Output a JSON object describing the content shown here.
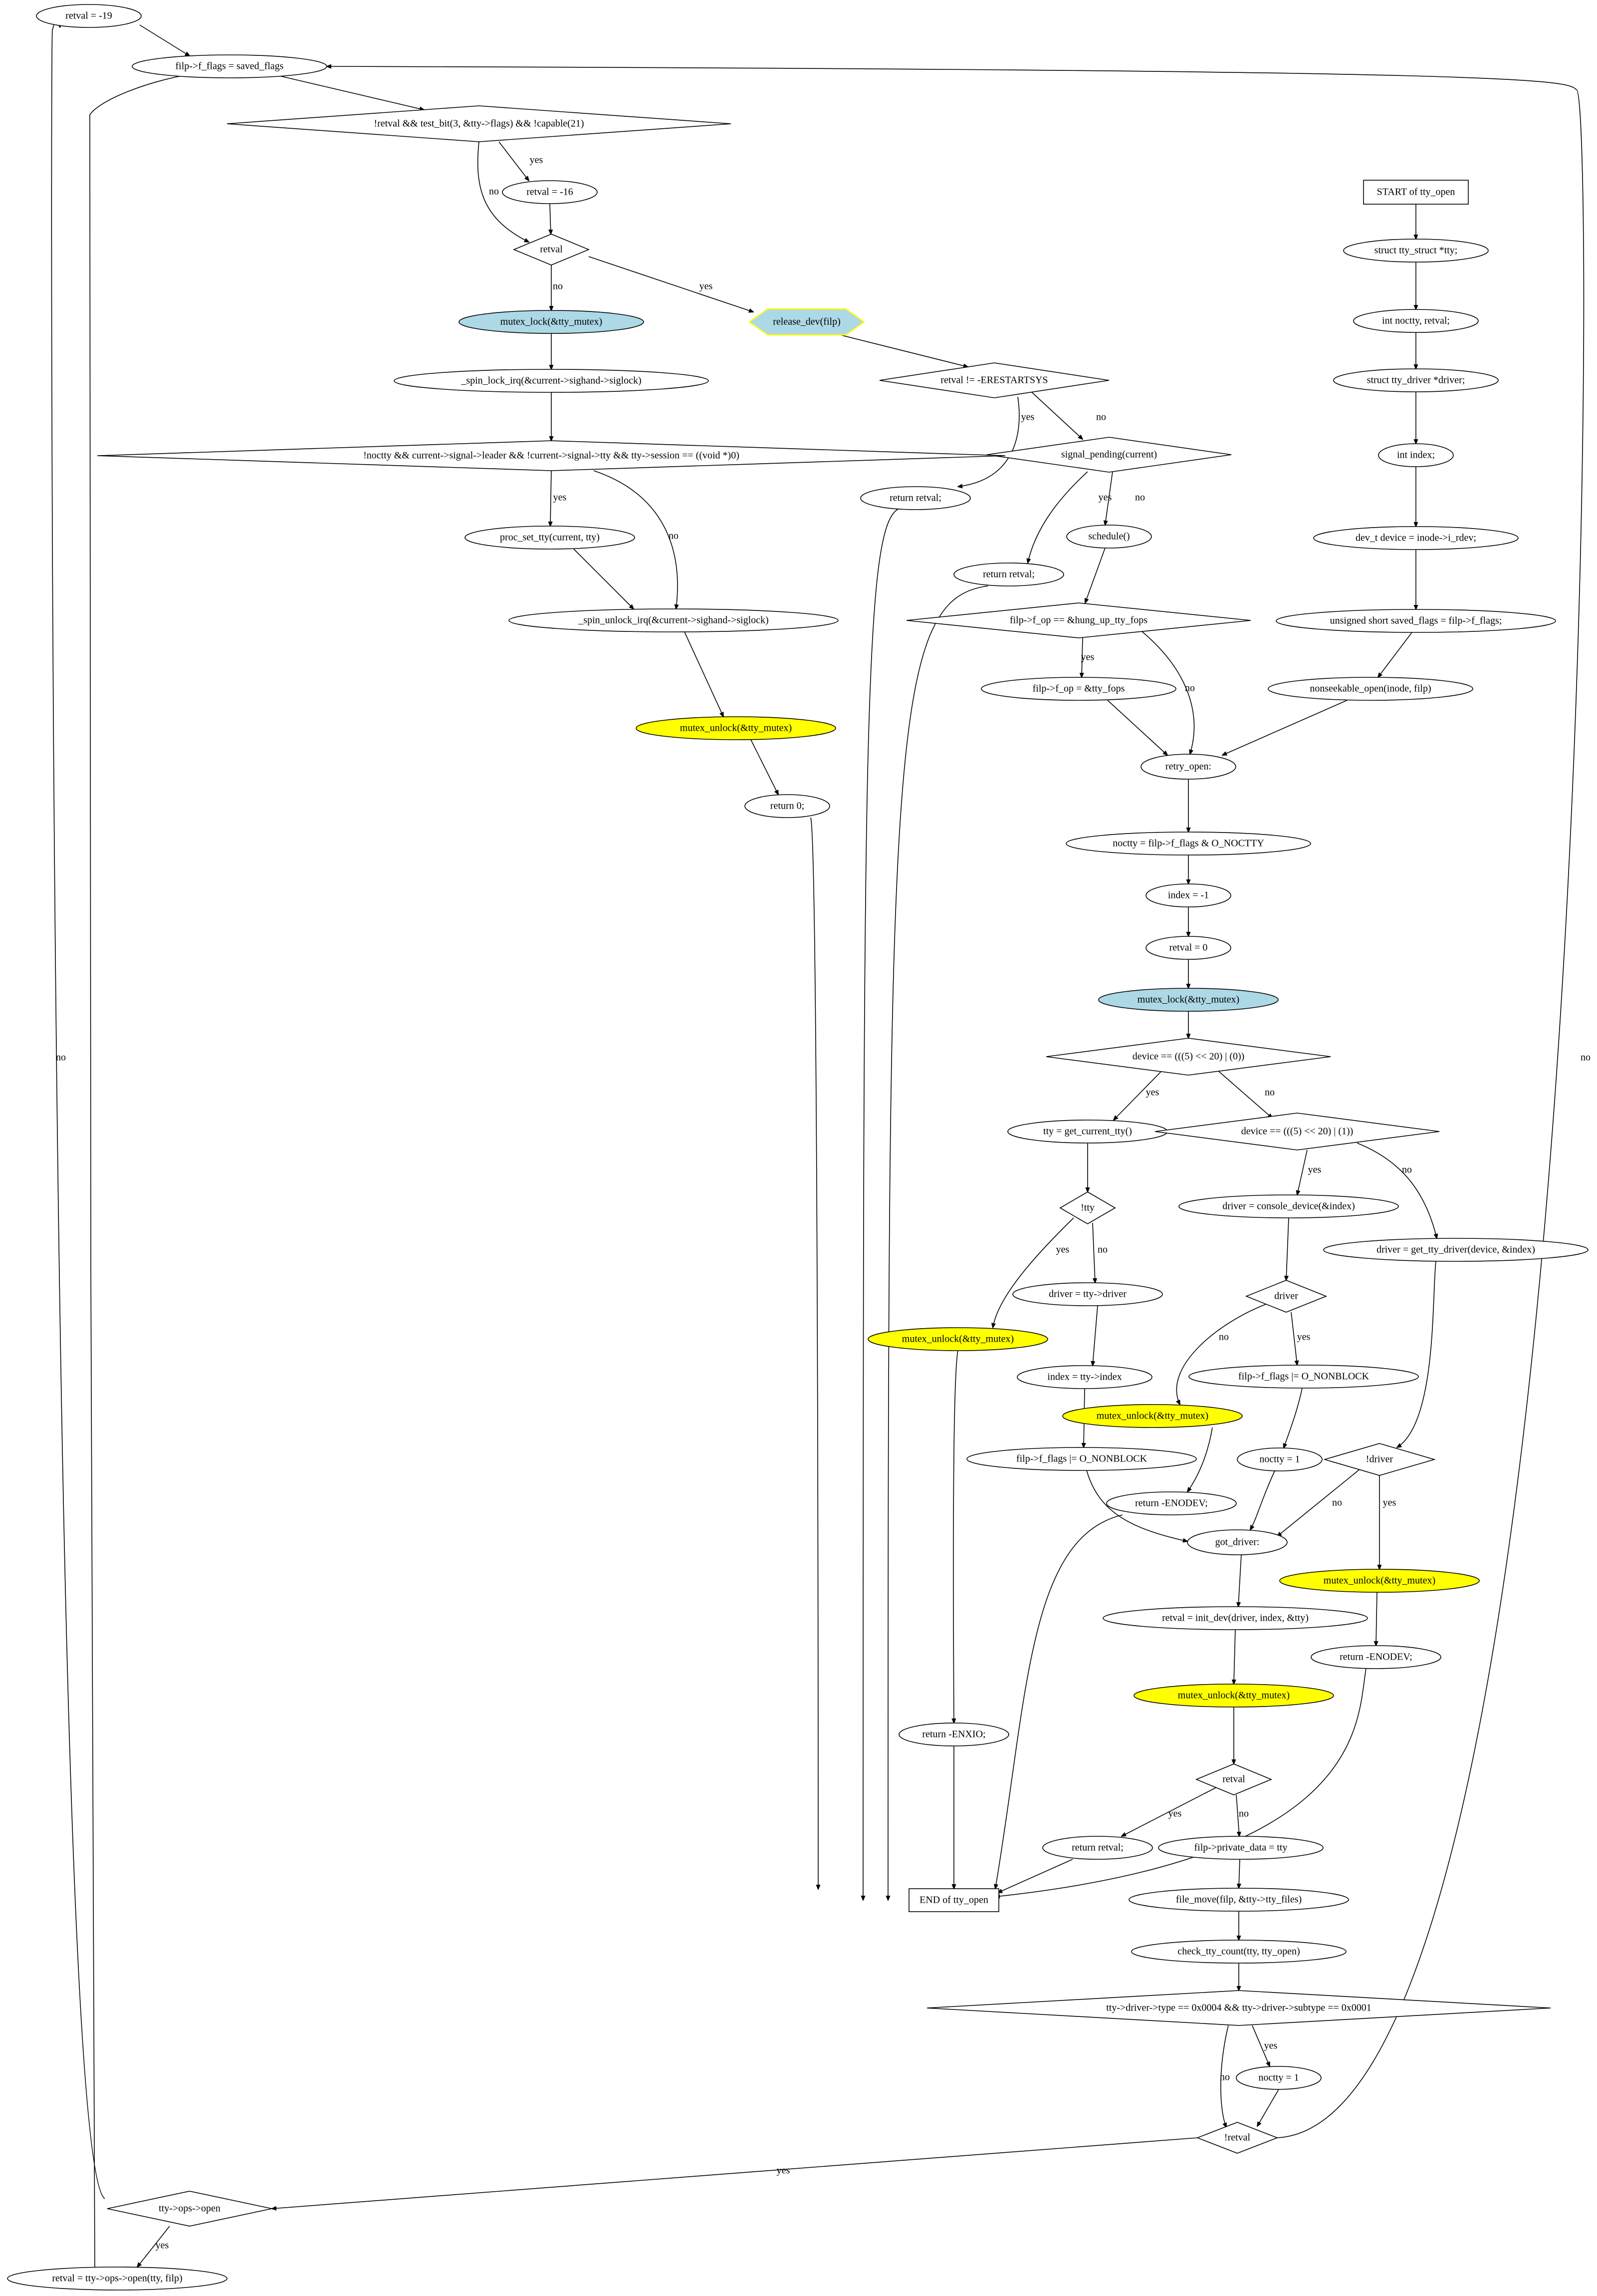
{
  "nodes": {
    "start": {
      "label": "START of tty_open",
      "shape": "box"
    },
    "decl_tty": {
      "label": "struct tty_struct *tty;",
      "shape": "ellipse"
    },
    "decl_noctty": {
      "label": "int noctty, retval;",
      "shape": "ellipse"
    },
    "decl_driver": {
      "label": "struct tty_driver *driver;",
      "shape": "ellipse"
    },
    "decl_index": {
      "label": "int index;",
      "shape": "ellipse"
    },
    "decl_device": {
      "label": "dev_t device = inode->i_rdev;",
      "shape": "ellipse"
    },
    "decl_saved": {
      "label": "unsigned short saved_flags = filp->f_flags;",
      "shape": "ellipse"
    },
    "nonseekable": {
      "label": "nonseekable_open(inode, filp)",
      "shape": "ellipse"
    },
    "retry_open": {
      "label": "retry_open:",
      "shape": "ellipse"
    },
    "set_noctty": {
      "label": "noctty = filp->f_flags & O_NOCTTY",
      "shape": "ellipse"
    },
    "index_neg1": {
      "label": "index = -1",
      "shape": "ellipse"
    },
    "retval_0": {
      "label": "retval = 0",
      "shape": "ellipse"
    },
    "lock_main": {
      "label": "mutex_lock(&tty_mutex)",
      "shape": "ellipse",
      "fill": "#add8e6"
    },
    "dev_cond1": {
      "label": "device == (((5) << 20) | (0))",
      "shape": "diamond"
    },
    "get_cur": {
      "label": "tty = get_current_tty()",
      "shape": "ellipse"
    },
    "not_tty": {
      "label": "!tty",
      "shape": "diamond"
    },
    "unlock_a": {
      "label": "mutex_unlock(&tty_mutex)",
      "shape": "ellipse",
      "fill": "#ffff00"
    },
    "ret_enxio": {
      "label": "return -ENXIO;",
      "shape": "ellipse"
    },
    "drv_from_tty": {
      "label": "driver = tty->driver",
      "shape": "ellipse"
    },
    "idx_from_tty": {
      "label": "index = tty->index",
      "shape": "ellipse"
    },
    "nonblock_a": {
      "label": "filp->f_flags |= O_NONBLOCK",
      "shape": "ellipse"
    },
    "dev_cond2": {
      "label": "device == (((5) << 20) | (1))",
      "shape": "diamond"
    },
    "console_dev": {
      "label": "driver = console_device(&index)",
      "shape": "ellipse"
    },
    "driver_cond": {
      "label": "driver",
      "shape": "diamond"
    },
    "unlock_b": {
      "label": "mutex_unlock(&tty_mutex)",
      "shape": "ellipse",
      "fill": "#ffff00"
    },
    "ret_enodev_a": {
      "label": "return -ENODEV;",
      "shape": "ellipse"
    },
    "nonblock_b": {
      "label": "filp->f_flags |= O_NONBLOCK",
      "shape": "ellipse"
    },
    "noctty_1a": {
      "label": "noctty = 1",
      "shape": "ellipse"
    },
    "get_tty_drv": {
      "label": "driver = get_tty_driver(device, &index)",
      "shape": "ellipse"
    },
    "not_driver": {
      "label": "!driver",
      "shape": "diamond"
    },
    "unlock_c": {
      "label": "mutex_unlock(&tty_mutex)",
      "shape": "ellipse",
      "fill": "#ffff00"
    },
    "ret_enodev_b": {
      "label": "return -ENODEV;",
      "shape": "ellipse"
    },
    "got_driver": {
      "label": "got_driver:",
      "shape": "ellipse"
    },
    "init_dev": {
      "label": "retval = init_dev(driver, index, &tty)",
      "shape": "ellipse"
    },
    "unlock_d": {
      "label": "mutex_unlock(&tty_mutex)",
      "shape": "ellipse",
      "fill": "#ffff00"
    },
    "retval_cond": {
      "label": "retval",
      "shape": "diamond"
    },
    "ret_retval_b": {
      "label": "return retval;",
      "shape": "ellipse"
    },
    "private_data": {
      "label": "filp->private_data = tty",
      "shape": "ellipse"
    },
    "file_move": {
      "label": "file_move(filp, &tty->tty_files)",
      "shape": "ellipse"
    },
    "check_count": {
      "label": "check_tty_count(tty, tty_open)",
      "shape": "ellipse"
    },
    "pty_cond": {
      "label": "tty->driver->type == 0x0004 && tty->driver->subtype == 0x0001",
      "shape": "diamond"
    },
    "noctty_1b": {
      "label": "noctty = 1",
      "shape": "ellipse"
    },
    "not_retval": {
      "label": "!retval",
      "shape": "diamond"
    },
    "ops_open": {
      "label": "tty->ops->open",
      "shape": "diamond"
    },
    "retval_open": {
      "label": "retval = tty->ops->open(tty, filp)",
      "shape": "ellipse"
    },
    "retval_19": {
      "label": "retval = -19",
      "shape": "ellipse"
    },
    "restore_flags": {
      "label": "filp->f_flags = saved_flags",
      "shape": "ellipse"
    },
    "eperm_cond": {
      "label": "!retval && test_bit(3, &tty->flags) && !capable(21)",
      "shape": "diamond"
    },
    "retval_16": {
      "label": "retval = -16",
      "shape": "ellipse"
    },
    "retval_cond2": {
      "label": "retval",
      "shape": "diamond"
    },
    "release_dev": {
      "label": "release_dev(filp)",
      "shape": "hexagon",
      "fill": "#add8e6",
      "stroke": "#ffff00"
    },
    "erestart_cond": {
      "label": "retval != -ERESTARTSYS",
      "shape": "diamond"
    },
    "ret_retval_c": {
      "label": "return retval;",
      "shape": "ellipse"
    },
    "sig_pending": {
      "label": "signal_pending(current)",
      "shape": "diamond"
    },
    "ret_retval_d": {
      "label": "return retval;",
      "shape": "ellipse"
    },
    "schedule": {
      "label": "schedule()",
      "shape": "ellipse"
    },
    "hungup_cond": {
      "label": "filp->f_op == &hung_up_tty_fops",
      "shape": "diamond"
    },
    "set_fops": {
      "label": "filp->f_op = &tty_fops",
      "shape": "ellipse"
    },
    "lock_b": {
      "label": "mutex_lock(&tty_mutex)",
      "shape": "ellipse",
      "fill": "#add8e6"
    },
    "spin_lock": {
      "label": "_spin_lock_irq(&current->sighand->siglock)",
      "shape": "ellipse"
    },
    "leader_cond": {
      "label": "!noctty && current->signal->leader && !current->signal->tty && tty->session == ((void *)0)",
      "shape": "diamond"
    },
    "proc_set": {
      "label": "proc_set_tty(current, tty)",
      "shape": "ellipse"
    },
    "spin_unlock": {
      "label": "_spin_unlock_irq(&current->sighand->siglock)",
      "shape": "ellipse"
    },
    "unlock_e": {
      "label": "mutex_unlock(&tty_mutex)",
      "shape": "ellipse",
      "fill": "#ffff00"
    },
    "ret_0": {
      "label": "return 0;",
      "shape": "ellipse"
    },
    "end": {
      "label": "END of tty_open",
      "shape": "box"
    }
  },
  "edges": [
    {
      "from": "start",
      "to": "decl_tty",
      "label": ""
    },
    {
      "from": "decl_tty",
      "to": "decl_noctty",
      "label": ""
    },
    {
      "from": "decl_noctty",
      "to": "decl_driver",
      "label": ""
    },
    {
      "from": "decl_driver",
      "to": "decl_index",
      "label": ""
    },
    {
      "from": "decl_index",
      "to": "decl_device",
      "label": ""
    },
    {
      "from": "decl_device",
      "to": "decl_saved",
      "label": ""
    },
    {
      "from": "decl_saved",
      "to": "nonseekable",
      "label": ""
    },
    {
      "from": "nonseekable",
      "to": "retry_open",
      "label": ""
    },
    {
      "from": "retry_open",
      "to": "set_noctty",
      "label": ""
    },
    {
      "from": "set_noctty",
      "to": "index_neg1",
      "label": ""
    },
    {
      "from": "index_neg1",
      "to": "retval_0",
      "label": ""
    },
    {
      "from": "retval_0",
      "to": "lock_main",
      "label": ""
    },
    {
      "from": "lock_main",
      "to": "dev_cond1",
      "label": ""
    },
    {
      "from": "dev_cond1",
      "to": "get_cur",
      "label": "yes"
    },
    {
      "from": "dev_cond1",
      "to": "dev_cond2",
      "label": "no"
    },
    {
      "from": "get_cur",
      "to": "not_tty",
      "label": ""
    },
    {
      "from": "not_tty",
      "to": "unlock_a",
      "label": "yes"
    },
    {
      "from": "not_tty",
      "to": "drv_from_tty",
      "label": "no"
    },
    {
      "from": "unlock_a",
      "to": "ret_enxio",
      "label": ""
    },
    {
      "from": "ret_enxio",
      "to": "end",
      "label": ""
    },
    {
      "from": "drv_from_tty",
      "to": "idx_from_tty",
      "label": ""
    },
    {
      "from": "idx_from_tty",
      "to": "nonblock_a",
      "label": ""
    },
    {
      "from": "nonblock_a",
      "to": "got_driver",
      "label": ""
    },
    {
      "from": "dev_cond2",
      "to": "console_dev",
      "label": "yes"
    },
    {
      "from": "dev_cond2",
      "to": "get_tty_drv",
      "label": "no"
    },
    {
      "from": "console_dev",
      "to": "driver_cond",
      "label": ""
    },
    {
      "from": "driver_cond",
      "to": "unlock_b",
      "label": "no"
    },
    {
      "from": "driver_cond",
      "to": "nonblock_b",
      "label": "yes"
    },
    {
      "from": "unlock_b",
      "to": "ret_enodev_a",
      "label": ""
    },
    {
      "from": "ret_enodev_a",
      "to": "end",
      "label": ""
    },
    {
      "from": "nonblock_b",
      "to": "noctty_1a",
      "label": ""
    },
    {
      "from": "noctty_1a",
      "to": "got_driver",
      "label": ""
    },
    {
      "from": "get_tty_drv",
      "to": "not_driver",
      "label": ""
    },
    {
      "from": "not_driver",
      "to": "got_driver",
      "label": "no"
    },
    {
      "from": "not_driver",
      "to": "unlock_c",
      "label": "yes"
    },
    {
      "from": "unlock_c",
      "to": "ret_enodev_b",
      "label": ""
    },
    {
      "from": "ret_enodev_b",
      "to": "end",
      "label": ""
    },
    {
      "from": "got_driver",
      "to": "init_dev",
      "label": ""
    },
    {
      "from": "init_dev",
      "to": "unlock_d",
      "label": ""
    },
    {
      "from": "unlock_d",
      "to": "retval_cond",
      "label": ""
    },
    {
      "from": "retval_cond",
      "to": "ret_retval_b",
      "label": "yes"
    },
    {
      "from": "retval_cond",
      "to": "private_data",
      "label": "no"
    },
    {
      "from": "ret_retval_b",
      "to": "end",
      "label": ""
    },
    {
      "from": "private_data",
      "to": "file_move",
      "label": ""
    },
    {
      "from": "file_move",
      "to": "check_count",
      "label": ""
    },
    {
      "from": "check_count",
      "to": "pty_cond",
      "label": ""
    },
    {
      "from": "pty_cond",
      "to": "noctty_1b",
      "label": "yes"
    },
    {
      "from": "pty_cond",
      "to": "not_retval",
      "label": "no"
    },
    {
      "from": "noctty_1b",
      "to": "not_retval",
      "label": ""
    },
    {
      "from": "not_retval",
      "to": "ops_open",
      "label": "yes"
    },
    {
      "from": "not_retval",
      "to": "restore_flags",
      "label": "no"
    },
    {
      "from": "ops_open",
      "to": "retval_open",
      "label": "yes"
    },
    {
      "from": "ops_open",
      "to": "retval_19",
      "label": "no"
    },
    {
      "from": "retval_open",
      "to": "restore_flags",
      "label": ""
    },
    {
      "from": "retval_19",
      "to": "restore_flags",
      "label": ""
    },
    {
      "from": "restore_flags",
      "to": "eperm_cond",
      "label": ""
    },
    {
      "from": "eperm_cond",
      "to": "retval_16",
      "label": "yes"
    },
    {
      "from": "eperm_cond",
      "to": "retval_cond2",
      "label": "no"
    },
    {
      "from": "retval_16",
      "to": "retval_cond2",
      "label": ""
    },
    {
      "from": "retval_cond2",
      "to": "release_dev",
      "label": "yes"
    },
    {
      "from": "retval_cond2",
      "to": "lock_b",
      "label": "no"
    },
    {
      "from": "release_dev",
      "to": "erestart_cond",
      "label": ""
    },
    {
      "from": "erestart_cond",
      "to": "ret_retval_c",
      "label": "yes"
    },
    {
      "from": "erestart_cond",
      "to": "sig_pending",
      "label": "no"
    },
    {
      "from": "ret_retval_c",
      "to": "end",
      "label": ""
    },
    {
      "from": "sig_pending",
      "to": "ret_retval_d",
      "label": "yes"
    },
    {
      "from": "sig_pending",
      "to": "schedule",
      "label": "no"
    },
    {
      "from": "ret_retval_d",
      "to": "end",
      "label": ""
    },
    {
      "from": "schedule",
      "to": "hungup_cond",
      "label": ""
    },
    {
      "from": "hungup_cond",
      "to": "set_fops",
      "label": "yes"
    },
    {
      "from": "hungup_cond",
      "to": "retry_open",
      "label": "no"
    },
    {
      "from": "set_fops",
      "to": "retry_open",
      "label": ""
    },
    {
      "from": "lock_b",
      "to": "spin_lock",
      "label": ""
    },
    {
      "from": "spin_lock",
      "to": "leader_cond",
      "label": ""
    },
    {
      "from": "leader_cond",
      "to": "proc_set",
      "label": "yes"
    },
    {
      "from": "leader_cond",
      "to": "spin_unlock",
      "label": "no"
    },
    {
      "from": "proc_set",
      "to": "spin_unlock",
      "label": ""
    },
    {
      "from": "spin_unlock",
      "to": "unlock_e",
      "label": ""
    },
    {
      "from": "unlock_e",
      "to": "ret_0",
      "label": ""
    },
    {
      "from": "ret_0",
      "to": "end",
      "label": ""
    }
  ]
}
